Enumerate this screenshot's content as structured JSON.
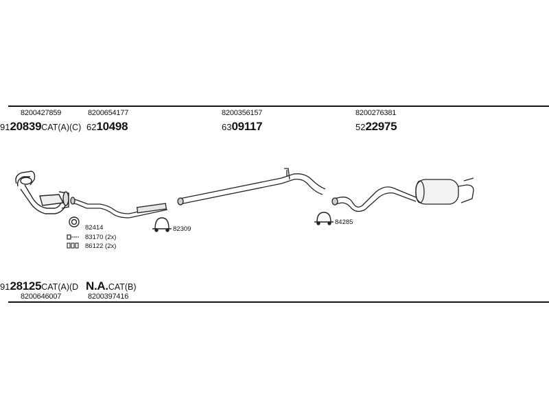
{
  "top_parts": [
    {
      "number": "8200427859",
      "prefix": "91",
      "code": "20839",
      "suffix": "CAT(A)(C)"
    },
    {
      "number": "8200654177",
      "prefix": "62",
      "code": "10498",
      "suffix": ""
    },
    {
      "number": "8200356157",
      "prefix": "63",
      "code": "09117",
      "suffix": ""
    },
    {
      "number": "8200276381",
      "prefix": "52",
      "code": "22975",
      "suffix": ""
    }
  ],
  "bottom_parts": [
    {
      "prefix": "91",
      "code": "28125",
      "suffix": "CAT(A)(D",
      "number": "8200646007"
    },
    {
      "prefix": "",
      "code": "N.A.",
      "suffix": "CAT(B)",
      "number": "8200397416"
    }
  ],
  "callouts": {
    "ring_82414": "82414",
    "bolt_83170": "83170 (2x)",
    "nut_86122": "86122 (2x)",
    "clamp_82309": "82309",
    "clamp_84285": "84285"
  }
}
